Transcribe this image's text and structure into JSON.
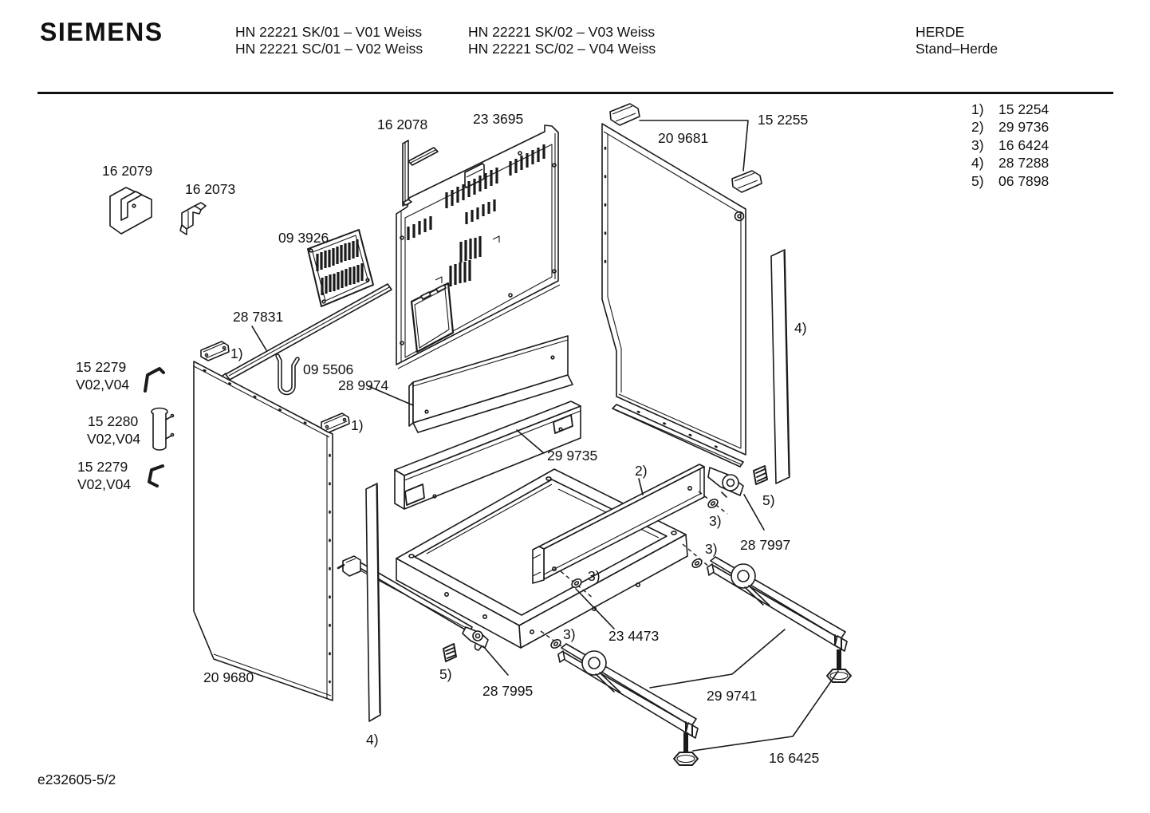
{
  "header": {
    "brand": "SIEMENS",
    "model_col1": [
      "HN 22221 SK/01 – V01 Weiss",
      "HN 22221 SC/01 – V02 Weiss"
    ],
    "model_col2": [
      "HN 22221 SK/02 – V03 Weiss",
      "HN 22221 SC/02 – V04 Weiss"
    ],
    "category": "HERDE",
    "subcategory": "Stand–Herde"
  },
  "legend": [
    {
      "ref": "1)",
      "part": "15 2254"
    },
    {
      "ref": "2)",
      "part": "29 9736"
    },
    {
      "ref": "3)",
      "part": "16 6424"
    },
    {
      "ref": "4)",
      "part": "28 7288"
    },
    {
      "ref": "5)",
      "part": "06 7898"
    }
  ],
  "footer": {
    "doc_number": "e232605-5/2"
  },
  "diagram": {
    "part_labels": {
      "p162078": "16 2078",
      "p233695": "23 3695",
      "p152255": "15 2255",
      "p209681": "20 9681",
      "p162079": "16 2079",
      "p162073": "16 2073",
      "p093926": "09 3926",
      "p287831": "28 7831",
      "p152279": "15 2279",
      "p152280": "15 2280",
      "variant": "V02,V04",
      "p095506": "09 5506",
      "p289974": "28 9974",
      "p299735": "29 9735",
      "p287997": "28 7997",
      "p234473": "23 4473",
      "p209680": "20 9680",
      "p287995": "28 7995",
      "p299741": "29 9741",
      "p166425": "16 6425",
      "ref1": "1)",
      "ref2": "2)",
      "ref3": "3)",
      "ref4": "4)",
      "ref5": "5)"
    }
  },
  "colors": {
    "line": "#1a1a1a",
    "text": "#111111",
    "background": "#ffffff"
  }
}
